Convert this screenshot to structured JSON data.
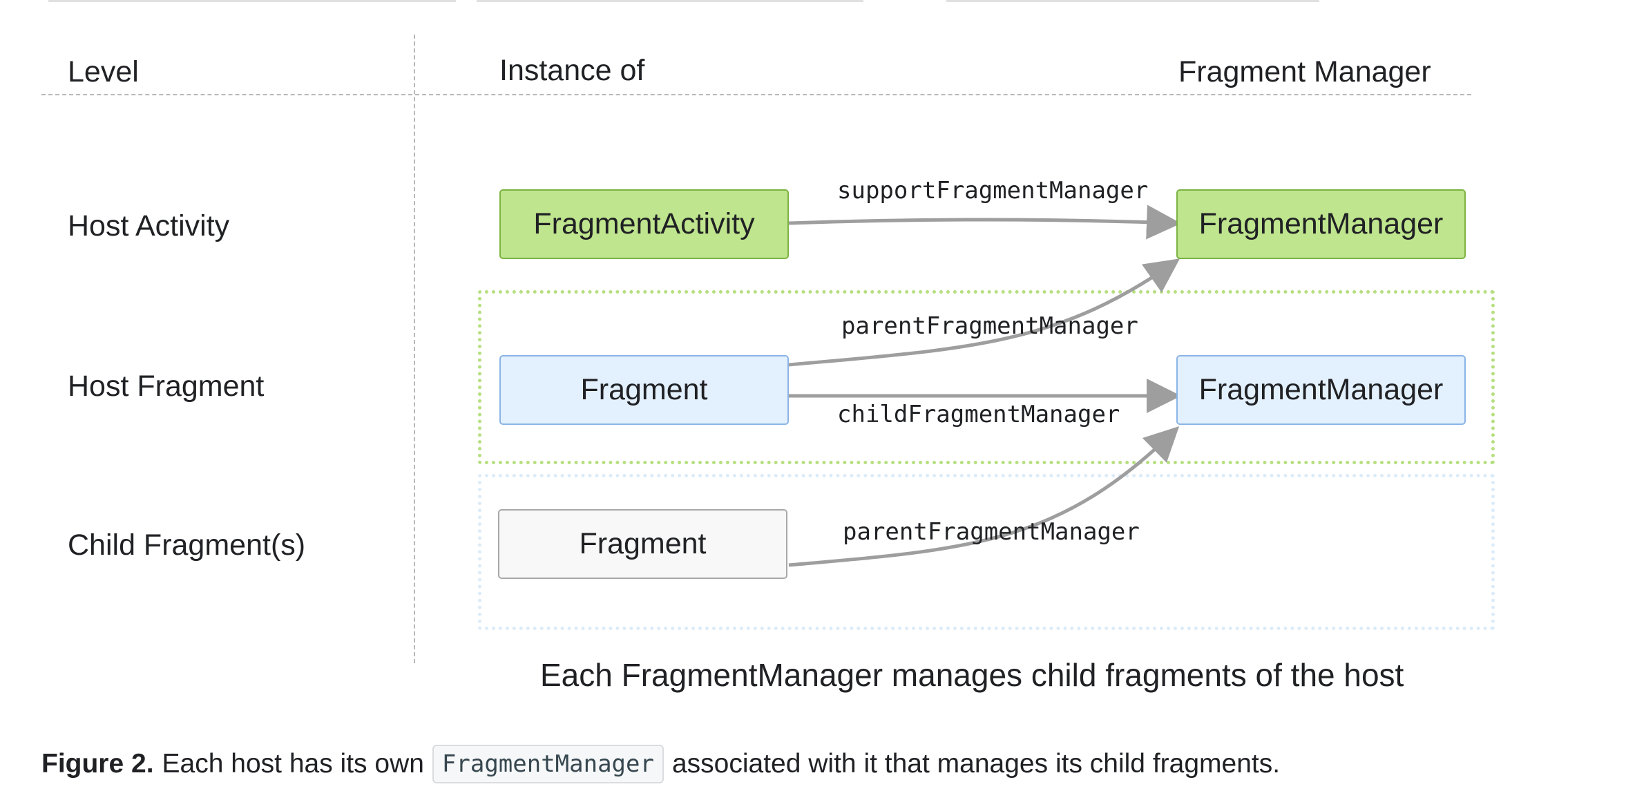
{
  "headers": {
    "level": "Level",
    "instance_of": "Instance of",
    "fragment_manager": "Fragment Manager"
  },
  "levels": {
    "host_activity": "Host Activity",
    "host_fragment": "Host Fragment",
    "child_fragments": "Child Fragment(s)"
  },
  "instances": {
    "activity": "FragmentActivity",
    "host_fragment": "Fragment",
    "child_fragment": "Fragment"
  },
  "managers": {
    "activity_manager": "FragmentManager",
    "fragment_manager": "FragmentManager"
  },
  "edge_labels": {
    "support": "supportFragmentManager",
    "parent_top": "parentFragmentManager",
    "child": "childFragmentManager",
    "parent_bottom": "parentFragmentManager"
  },
  "subtitle": "Each FragmentManager manages child fragments of the host",
  "caption": {
    "figure": "Figure 2.",
    "before_code": "Each host has its own",
    "code": "FragmentManager",
    "after_code": "associated with it that manages its child fragments."
  },
  "colors": {
    "activity_fill": "#bfe58e",
    "fragment_fill": "#e3f0fd",
    "child_fill": "#f8f8f8",
    "arrow": "#9e9e9e"
  }
}
